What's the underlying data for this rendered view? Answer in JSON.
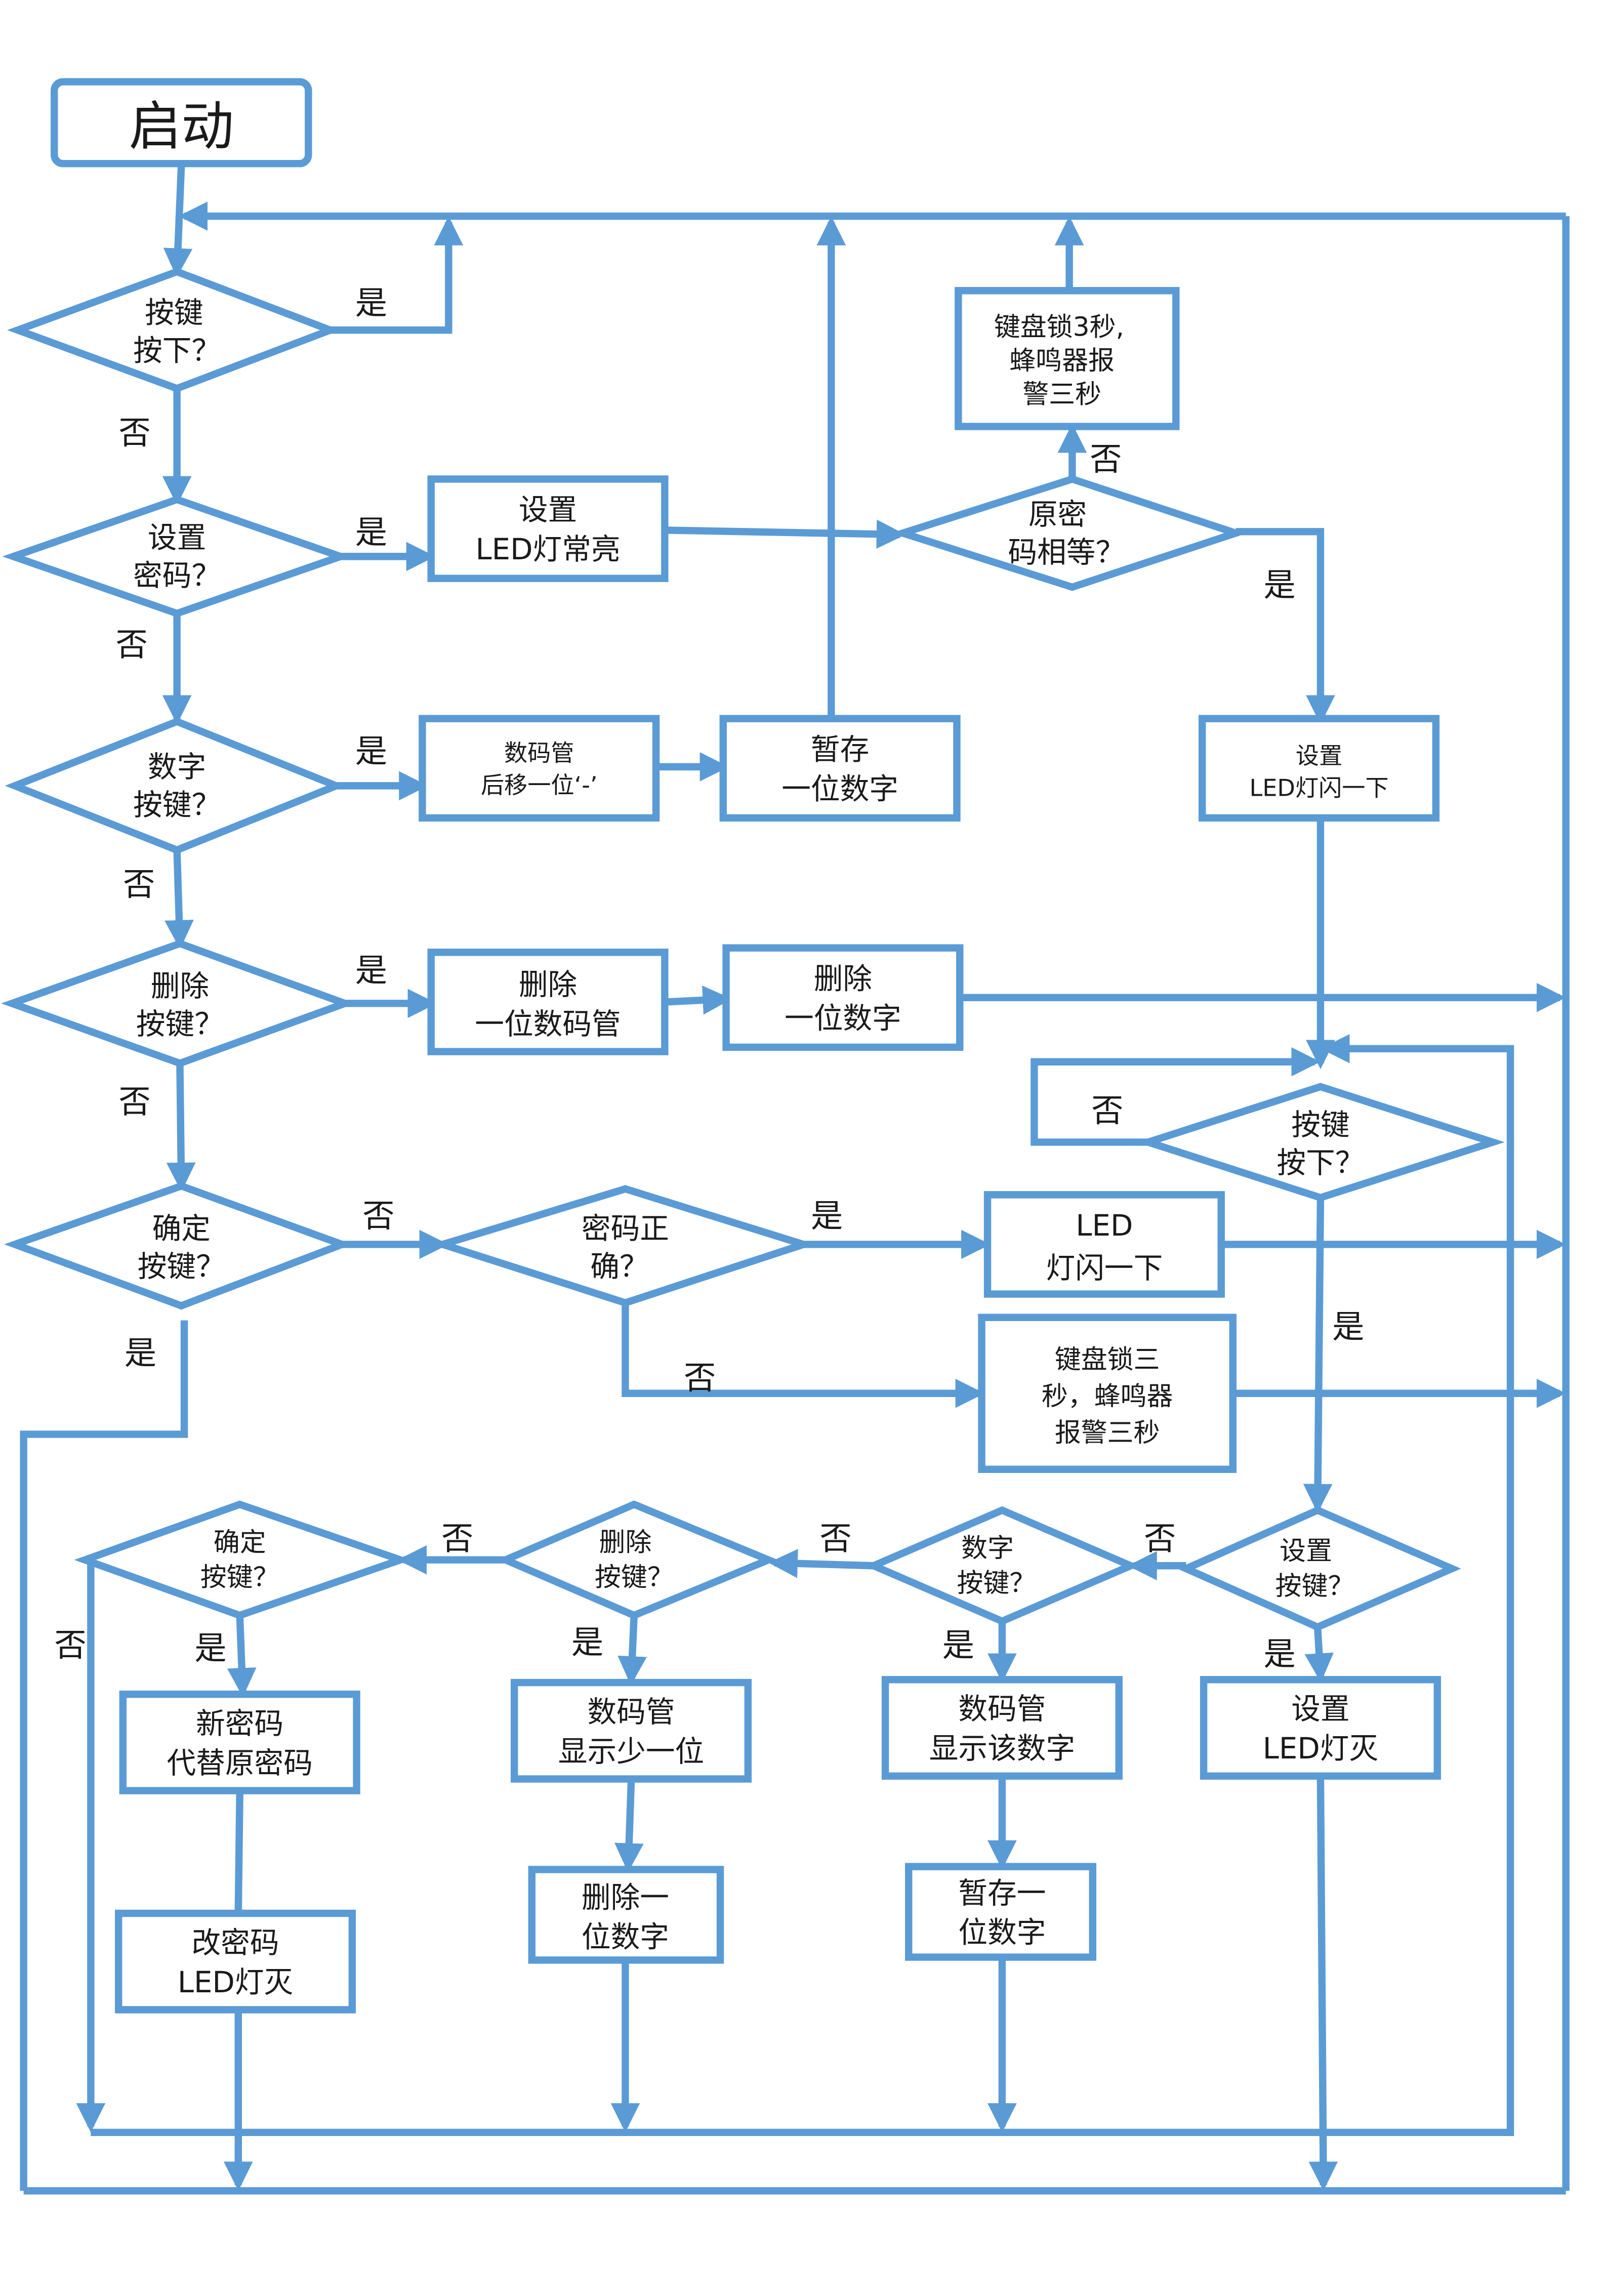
{
  "colors": {
    "stroke": "#5b9bd5",
    "text": "#1a1a1a",
    "background": "#ffffff"
  },
  "nodes": {
    "start": [
      "启动"
    ],
    "d_key_pressed": [
      "按键",
      "按下？"
    ],
    "d_set_password": [
      "设置",
      "密码？"
    ],
    "p_led_on": [
      "设置",
      "LED灯常亮"
    ],
    "d_old_pwd_equal": [
      "原密",
      "码相等？"
    ],
    "p_lock_buzz_top": [
      "键盘锁3秒,",
      "蜂鸣器报",
      "警三秒"
    ],
    "d_digit_key": [
      "数字",
      "按键？"
    ],
    "p_display_dash": [
      "数码管",
      "后移一位‘-’"
    ],
    "p_store_digit": [
      "暂存",
      "一位数字"
    ],
    "p_led_blink_right": [
      "设置",
      "LED灯闪一下"
    ],
    "d_delete_key": [
      "删除",
      "按键？"
    ],
    "p_delete_tube": [
      "删除",
      "一位数码管"
    ],
    "p_delete_digit": [
      "删除",
      "一位数字"
    ],
    "d_key_pressed_2": [
      "按键",
      "按下？"
    ],
    "d_confirm_key": [
      "确定",
      "按键？"
    ],
    "d_pwd_correct": [
      "密码正",
      "确？"
    ],
    "p_led_blink_mid": [
      "LED",
      "灯闪一下"
    ],
    "p_lock_buzz_mid": [
      "键盘锁三",
      "秒，蜂鸣器",
      "报警三秒"
    ],
    "d_confirm_key_2": [
      "确定",
      "按键？"
    ],
    "d_delete_key_2": [
      "删除",
      "按键？"
    ],
    "d_digit_key_2": [
      "数字",
      "按键？"
    ],
    "d_set_key_2": [
      "设置",
      "按键？"
    ],
    "p_new_pwd": [
      "新密码",
      "代替原密码"
    ],
    "p_tube_less": [
      "数码管",
      "显示少一位"
    ],
    "p_tube_show": [
      "数码管",
      "显示该数字"
    ],
    "p_led_off": [
      "设置",
      "LED灯灭"
    ],
    "p_change_pwd_led_off": [
      "改密码",
      "LED灯灭"
    ],
    "p_delete_digit_2": [
      "删除一",
      "位数字"
    ],
    "p_store_digit_2": [
      "暂存一",
      "位数字"
    ]
  },
  "edge_labels": {
    "yes": "是",
    "no": "否"
  }
}
